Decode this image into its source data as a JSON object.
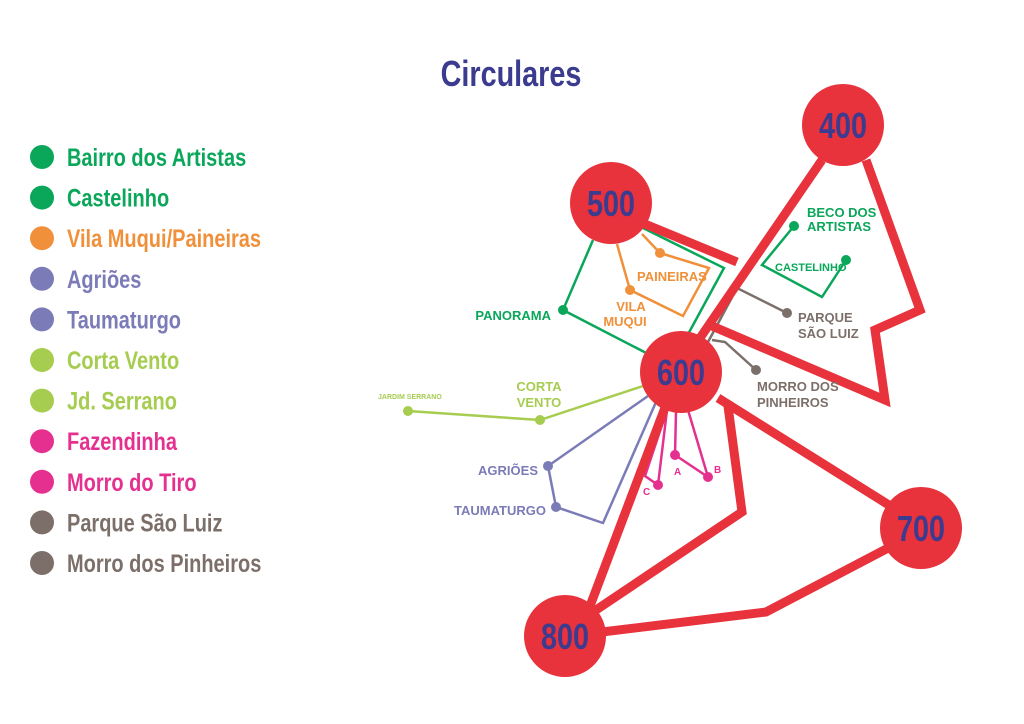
{
  "title": "Circulares",
  "colors": {
    "hub": "#e8323c",
    "hub_text": "#3b3b8f",
    "green": "#0aa65a",
    "orange": "#f0903a",
    "purple": "#7b7bb8",
    "lime": "#a6cc50",
    "magenta": "#e5308f",
    "brown": "#7c6f6a"
  },
  "legend": [
    {
      "label": "Bairro dos Artistas",
      "color": "#0aa65a"
    },
    {
      "label": "Castelinho",
      "color": "#0aa65a"
    },
    {
      "label": "Vila Muqui/Paineiras",
      "color": "#f0903a"
    },
    {
      "label": "Agriões",
      "color": "#7b7bb8"
    },
    {
      "label": "Taumaturgo",
      "color": "#7b7bb8"
    },
    {
      "label": "Corta Vento",
      "color": "#a6cc50"
    },
    {
      "label": "Jd. Serrano",
      "color": "#a6cc50"
    },
    {
      "label": "Fazendinha",
      "color": "#e5308f"
    },
    {
      "label": "Morro do Tiro",
      "color": "#e5308f"
    },
    {
      "label": "Parque São Luiz",
      "color": "#7c6f6a"
    },
    {
      "label": "Morro dos Pinheiros",
      "color": "#7c6f6a"
    }
  ],
  "hubs": [
    "400",
    "500",
    "600",
    "700",
    "800"
  ],
  "stops": {
    "beco1": "BECO DOS",
    "beco2": "ARTISTAS",
    "castelinho": "CASTELINHO",
    "paineiras": "PAINEIRAS",
    "vila": "VILA",
    "muqui": "MUQUI",
    "panorama": "PANORAMA",
    "parque": "PARQUE",
    "saoluiz": "SÃO LUIZ",
    "morro": "MORRO DOS",
    "pinheiros": "PINHEIROS",
    "corta": "CORTA",
    "vento": "VENTO",
    "jardim": "JARDIM SERRANO",
    "agrioes": "AGRIÕES",
    "taumaturgo": "TAUMATURGO",
    "a": "A",
    "b": "B",
    "c": "C"
  }
}
